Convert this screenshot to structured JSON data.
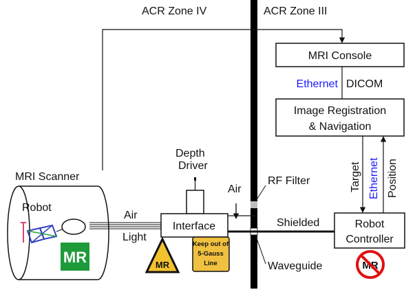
{
  "zones": {
    "left": "ACR Zone IV",
    "right": "ACR Zone III"
  },
  "boxes": {
    "mri_console": "MRI Console",
    "registration_line1": "Image Registration",
    "registration_line2": "& Navigation",
    "interface": "Interface",
    "controller_line1": "Robot",
    "controller_line2": "Controller"
  },
  "labels": {
    "mri_scanner": "MRI Scanner",
    "robot": "Robot",
    "depth_driver_line1": "Depth",
    "depth_driver_line2": "Driver",
    "air_top": "Air",
    "air_left": "Air",
    "light": "Light",
    "rf_filter": "RF Filter",
    "waveguide": "Waveguide",
    "shielded": "Shielded",
    "ethernet_h": "Ethernet",
    "dicom": "DICOM",
    "target": "Target",
    "ethernet_v": "Ethernet",
    "position": "Position"
  },
  "badges": {
    "mr_safe": "MR",
    "mr_conditional": "MR",
    "mr_unsafe": "MR",
    "keep_out_line1": "Keep out of",
    "keep_out_line2": "5-Gauss",
    "keep_out_line3": "Line"
  },
  "colors": {
    "ethernet": "#1a1aff",
    "mr_safe_green": "#1e9a3a",
    "mr_conditional_yellow": "#f2c12e",
    "keep_out_bg": "#f0c040",
    "mr_unsafe_red": "#e01010"
  }
}
